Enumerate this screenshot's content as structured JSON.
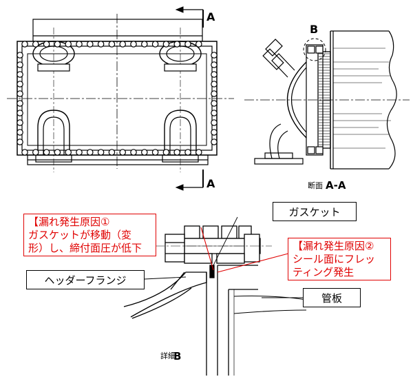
{
  "section_marks": {
    "top": "A",
    "bottom": "A"
  },
  "detail_mark": "B",
  "section_caption": {
    "prefix": "断面",
    "letters": "A-A"
  },
  "detail_caption": {
    "prefix": "詳細",
    "letter": "B"
  },
  "callouts": {
    "gasket": "ガスケット",
    "header_flange": "ヘッダーフランジ",
    "tube_sheet": "管板"
  },
  "cause1": {
    "title": "【漏れ発生原因①",
    "line1": "ガスケットが移動（変",
    "line2": "形）し、締付面圧が低下"
  },
  "cause2": {
    "title": "【漏れ発生原因②",
    "line1": "シール面にフレッ",
    "line2": "ティング発生"
  },
  "colors": {
    "line": "#000000",
    "accent": "#e00000"
  }
}
